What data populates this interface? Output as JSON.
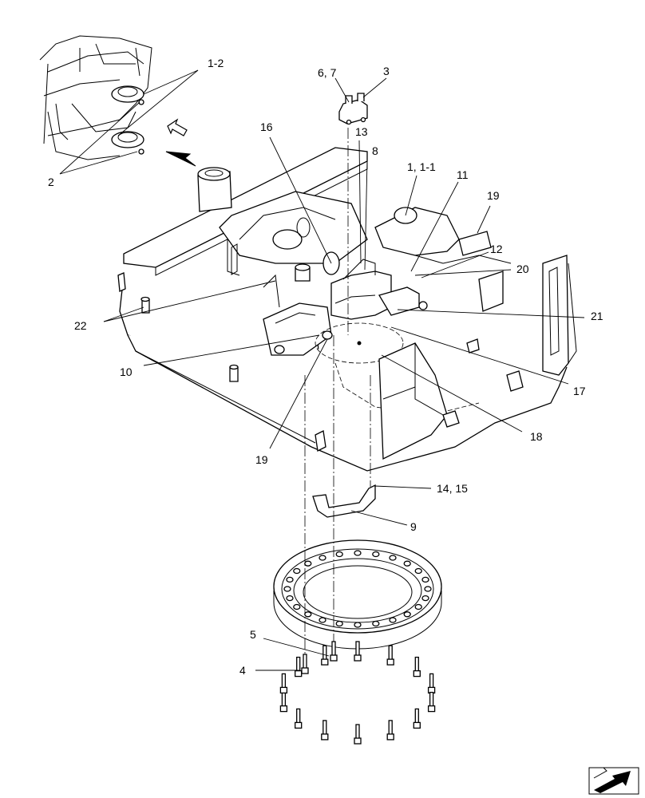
{
  "labels": {
    "l_1_2": "1-2",
    "l_2": "2",
    "l_6_7": "6, 7",
    "l_3": "3",
    "l_16": "16",
    "l_13": "13",
    "l_8": "8",
    "l_1_1_1": "1, 1-1",
    "l_11": "11",
    "l_19_top": "19",
    "l_12": "12",
    "l_20": "20",
    "l_21": "21",
    "l_22": "22",
    "l_10": "10",
    "l_17": "17",
    "l_18": "18",
    "l_19_bottom": "19",
    "l_14_15": "14, 15",
    "l_9": "9",
    "l_5": "5",
    "l_4": "4"
  },
  "icons": {
    "view_arrow": "view-direction-arrow-icon",
    "navigation": "next-page-arrow-icon"
  }
}
